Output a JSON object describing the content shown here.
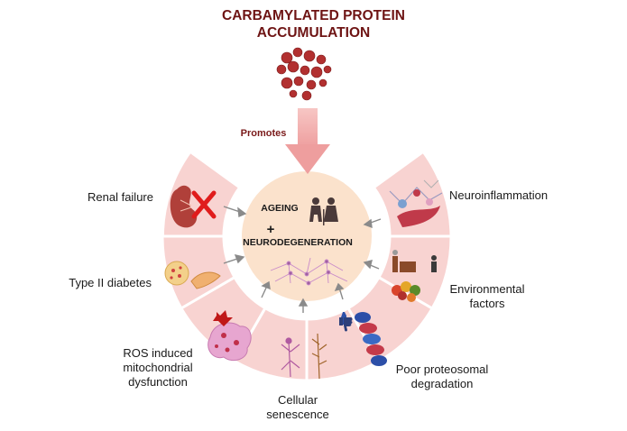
{
  "title": {
    "line1": "CARBAMYLATED PROTEIN",
    "line2": "ACCUMULATION"
  },
  "arrow_label": "Promotes",
  "center": {
    "top": "AGEING",
    "mid": "+",
    "bottom": "NEURODEGENERATION"
  },
  "factors": {
    "renal": "Renal failure",
    "diabetes": "Type II diabetes",
    "ros": [
      "ROS induced",
      "mitochondrial",
      "dysfunction"
    ],
    "senescence": [
      "Cellular",
      "senescence"
    ],
    "proteasome": [
      "Poor proteosomal",
      "degradation"
    ],
    "environment": [
      "Environmental",
      "factors"
    ],
    "neuroinflammation": "Neuroinflammation"
  },
  "colors": {
    "title": "#6e1414",
    "segment": "#f8d3d1",
    "center_circle": "#fbe2cc",
    "arrow": "#f2a4a4",
    "accent_red": "#c01818"
  }
}
